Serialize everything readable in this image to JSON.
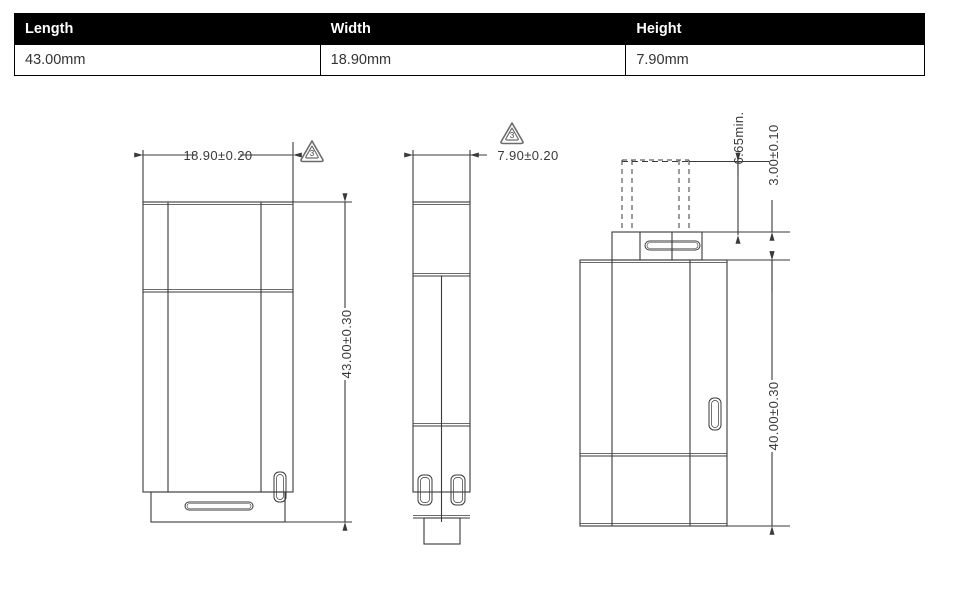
{
  "table": {
    "headers": [
      "Length",
      "Width",
      "Height"
    ],
    "rows": [
      [
        "43.00mm",
        "18.90mm",
        "7.90mm"
      ]
    ],
    "header_bg": "#000000",
    "header_fg": "#ffffff",
    "cell_fg": "#333333",
    "border_color": "#000000"
  },
  "drawing": {
    "line_color": "#3a3a3a",
    "views": {
      "front": {
        "name": "front-view",
        "dimensions": {
          "width": "18.90±0.20",
          "height": "43.00±0.30"
        },
        "note_symbol": "3"
      },
      "side": {
        "name": "side-view",
        "dimensions": {
          "width": "7.90±0.20"
        },
        "note_symbol": "3"
      },
      "rotated": {
        "name": "rotated-view",
        "dimensions": {
          "connector_depth": "6.65min.",
          "connector_height": "3.00±0.10",
          "body_height": "40.00±0.30"
        }
      }
    }
  }
}
